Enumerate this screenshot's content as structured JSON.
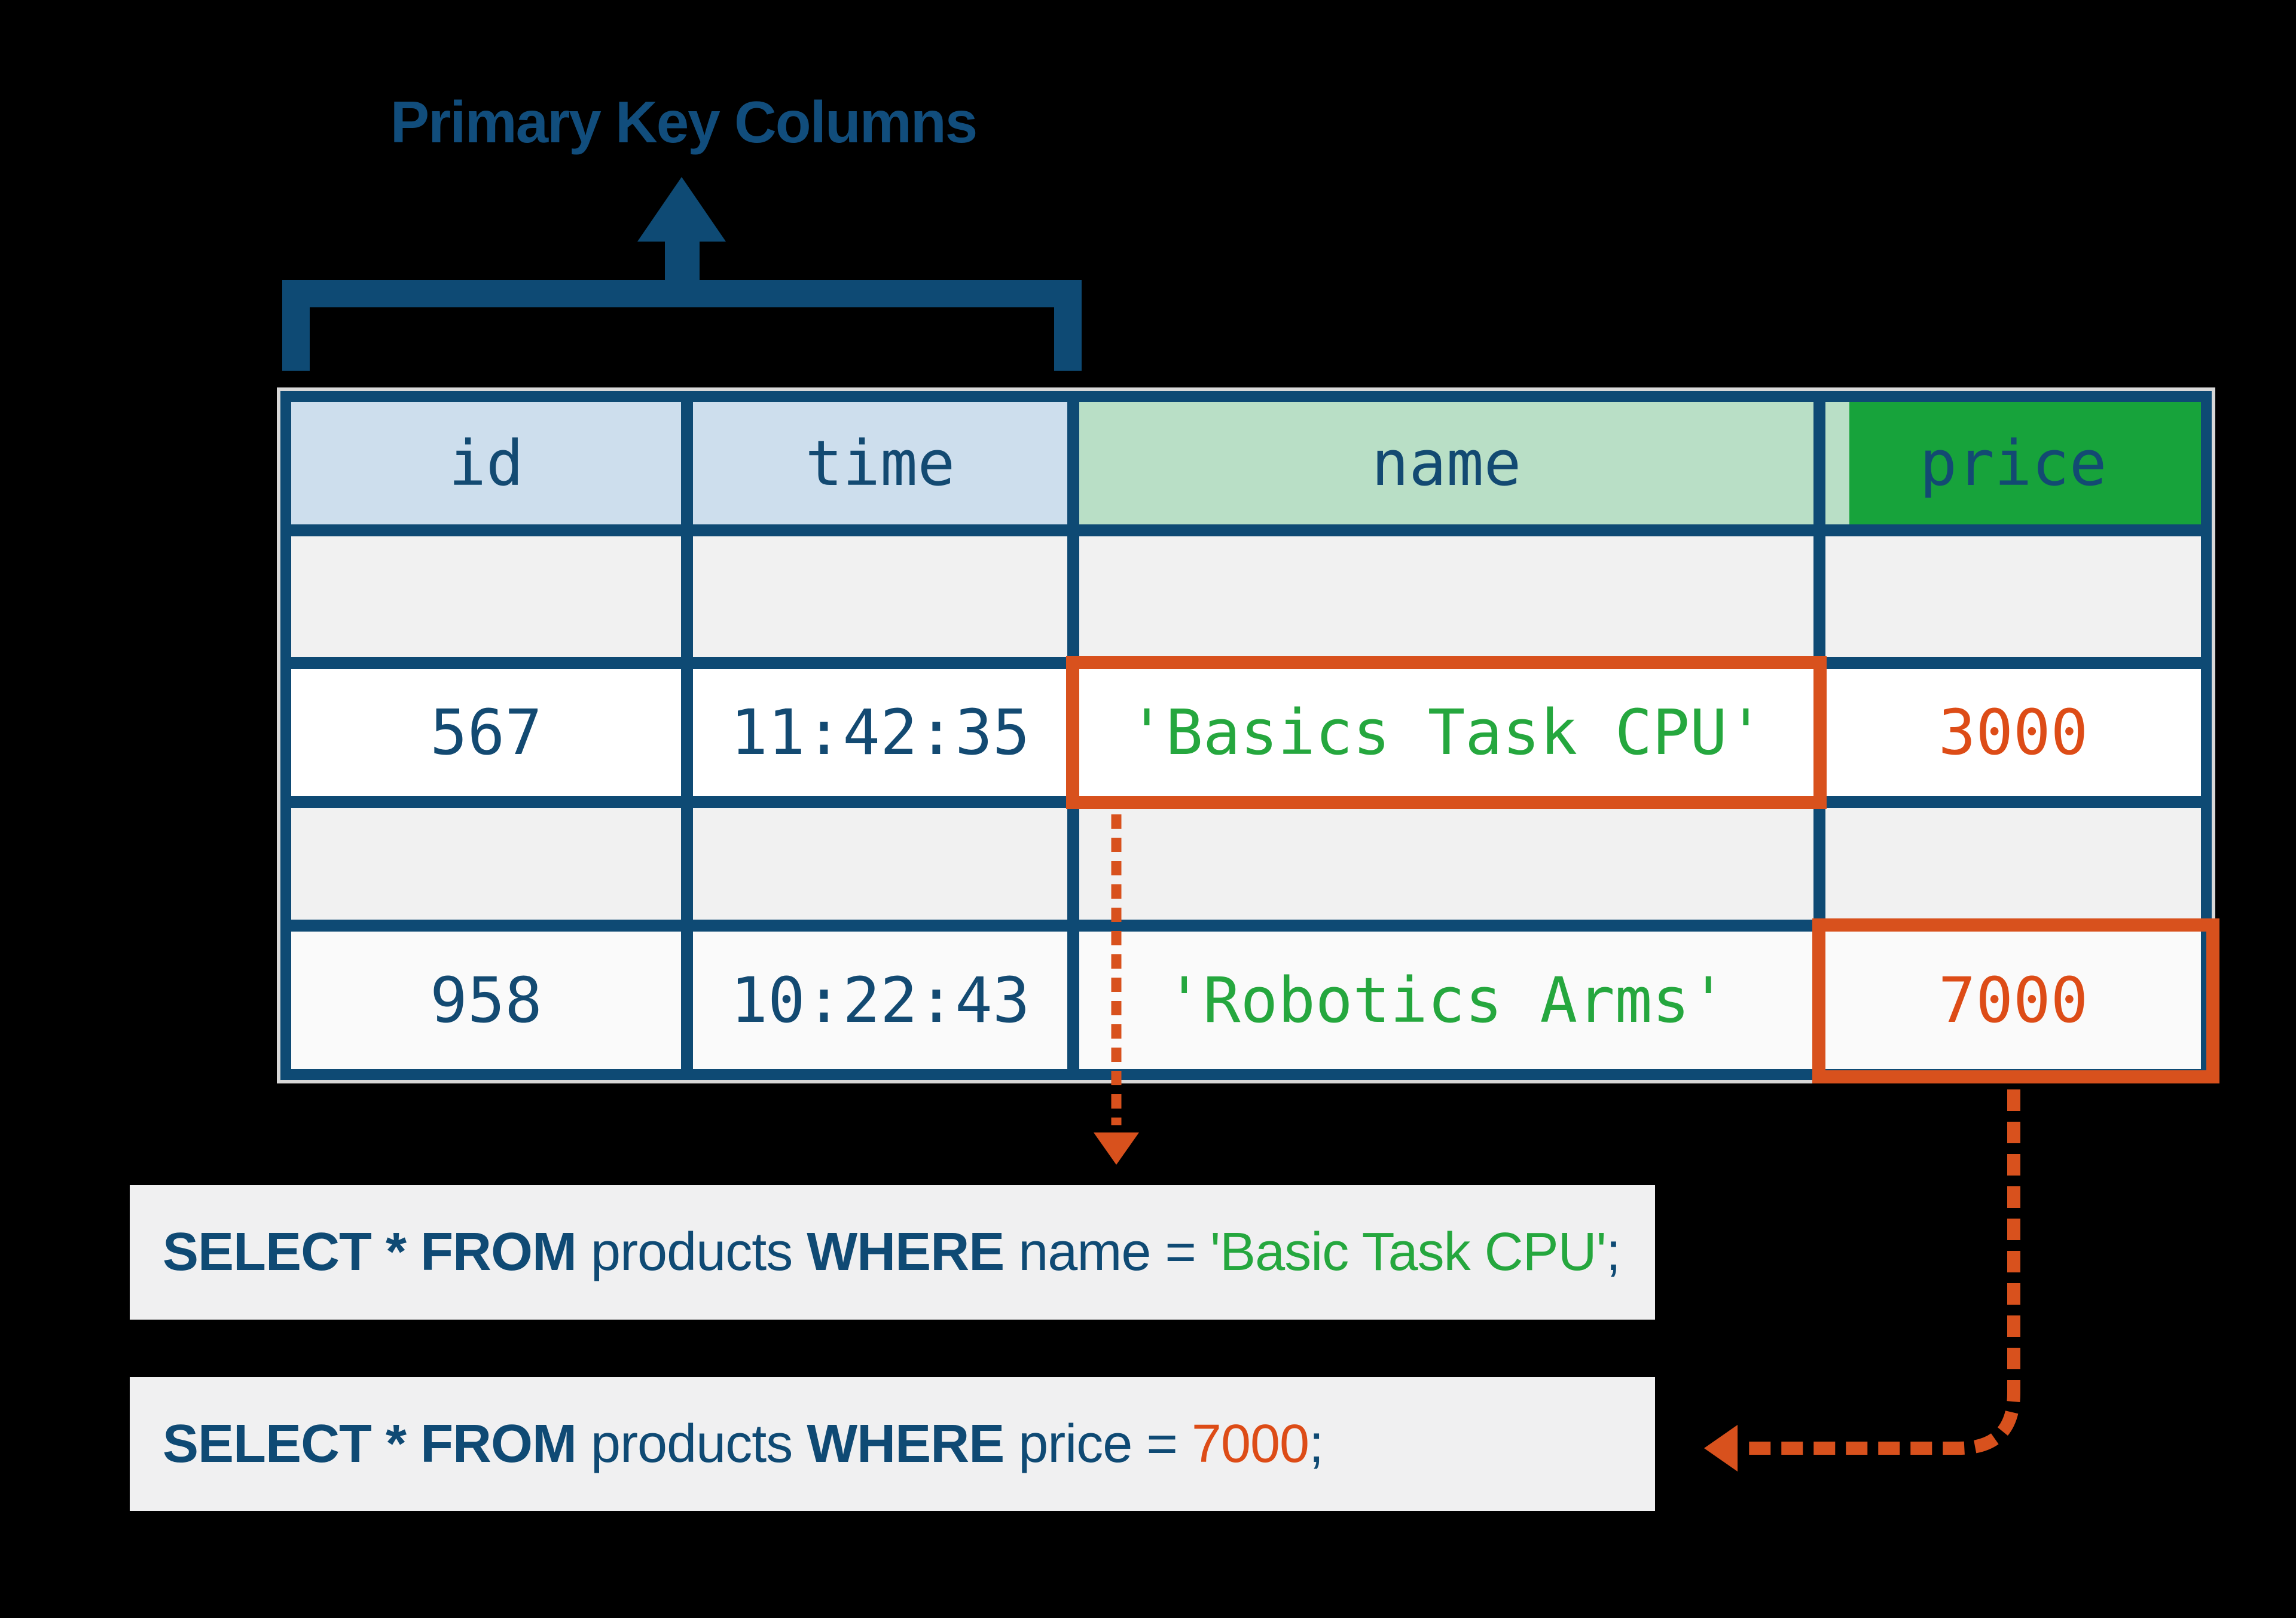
{
  "title": "Primary Key Columns",
  "table": {
    "columns": [
      {
        "label": "id"
      },
      {
        "label": "time"
      },
      {
        "label": "name"
      },
      {
        "label": "price"
      }
    ],
    "rows": [
      {
        "cells": [
          "",
          "",
          "",
          ""
        ]
      },
      {
        "cells": [
          "567",
          "11:42:35",
          "'Basics Task CPU'",
          "3000"
        ]
      },
      {
        "cells": [
          "",
          "",
          "",
          ""
        ]
      },
      {
        "cells": [
          "958",
          "10:22:43",
          "'Robotics Arms'",
          "7000"
        ]
      }
    ]
  },
  "queries": [
    {
      "segments": [
        {
          "text": "SELECT * FROM ",
          "style": "keyword"
        },
        {
          "text": "products ",
          "style": "plain"
        },
        {
          "text": "WHERE ",
          "style": "keyword"
        },
        {
          "text": "name = ",
          "style": "plain"
        },
        {
          "text": "'Basic Task CPU'",
          "style": "string-green"
        },
        {
          "text": ";",
          "style": "plain"
        }
      ]
    },
    {
      "segments": [
        {
          "text": "SELECT * FROM ",
          "style": "keyword"
        },
        {
          "text": "products ",
          "style": "plain"
        },
        {
          "text": "WHERE ",
          "style": "keyword"
        },
        {
          "text": "price = ",
          "style": "plain"
        },
        {
          "text": "7000",
          "style": "number-orange"
        },
        {
          "text": ";",
          "style": "plain"
        }
      ]
    }
  ],
  "icons": [
    "up-arrow-icon",
    "primary-key-bracket",
    "down-arrow-icon",
    "left-arrow-icon"
  ],
  "colors": {
    "dark_blue": "#0e4a74",
    "header_light_blue": "#cddeed",
    "header_light_green": "#b9dfc6",
    "header_green": "#17a33b",
    "text_green": "#25a73e",
    "orange": "#d8511d",
    "empty_row_gray": "#f1f1f1",
    "sql_box_gray": "#f0f0f1",
    "table_outline_gray": "#d8d8d8",
    "background": "#000000"
  }
}
